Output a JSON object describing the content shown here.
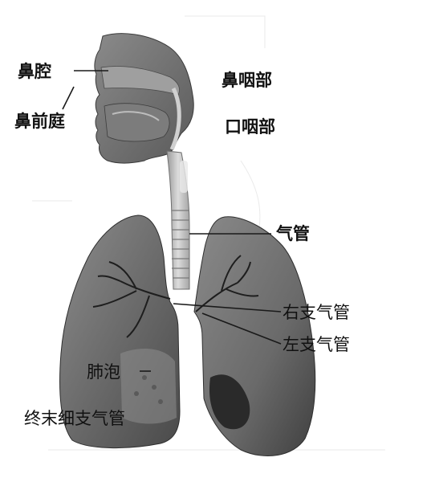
{
  "labels": {
    "nasal_cavity": "鼻腔",
    "nasal_vestibule": "鼻前庭",
    "nasopharynx": "鼻咽部",
    "oropharynx": "口咽部",
    "trachea": "气管",
    "right_bronchus": "右支气管",
    "left_bronchus": "左支气管",
    "alveoli": "肺泡",
    "terminal_bronchiole": "终末细支气管"
  },
  "colors": {
    "background": "#ffffff",
    "lung_dark": "#555555",
    "lung_mid": "#7a7a7a",
    "lung_light": "#9a9a9a",
    "head_fill": "#6f6f6f",
    "trachea_fill": "#bdbdbd",
    "text": "#111111"
  }
}
